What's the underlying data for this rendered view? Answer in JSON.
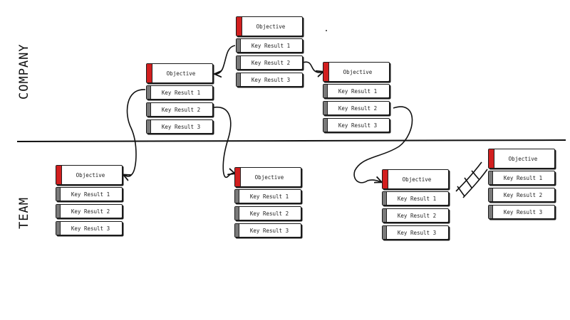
{
  "labels": {
    "company": "COMPANY",
    "team": "TEAM"
  },
  "okrs": {
    "company_top": {
      "objective": "Objective",
      "key_results": [
        "Key Result 1",
        "Key Result 2",
        "Key Result 3"
      ]
    },
    "company_left": {
      "objective": "Objective",
      "key_results": [
        "Key Result 1",
        "Key Result 2",
        "Key Result 3"
      ]
    },
    "company_right": {
      "objective": "Objective",
      "key_results": [
        "Key Result 1",
        "Key Result 2",
        "Key Result 3"
      ]
    },
    "team_1": {
      "objective": "Objective",
      "key_results": [
        "Key Result 1",
        "Key Result 2",
        "Key Result 3"
      ]
    },
    "team_2": {
      "objective": "Objective",
      "key_results": [
        "Key Result 1",
        "Key Result 2",
        "Key Result 3"
      ]
    },
    "team_3": {
      "objective": "Objective",
      "key_results": [
        "Key Result 1",
        "Key Result 2",
        "Key Result 3"
      ]
    },
    "team_4": {
      "objective": "Objective",
      "key_results": [
        "Key Result 1",
        "Key Result 2",
        "Key Result 3"
      ]
    }
  },
  "colors": {
    "objective_tab": "#d21f1f",
    "key_result_tab": "#7a7a7a",
    "ink": "#111111"
  }
}
